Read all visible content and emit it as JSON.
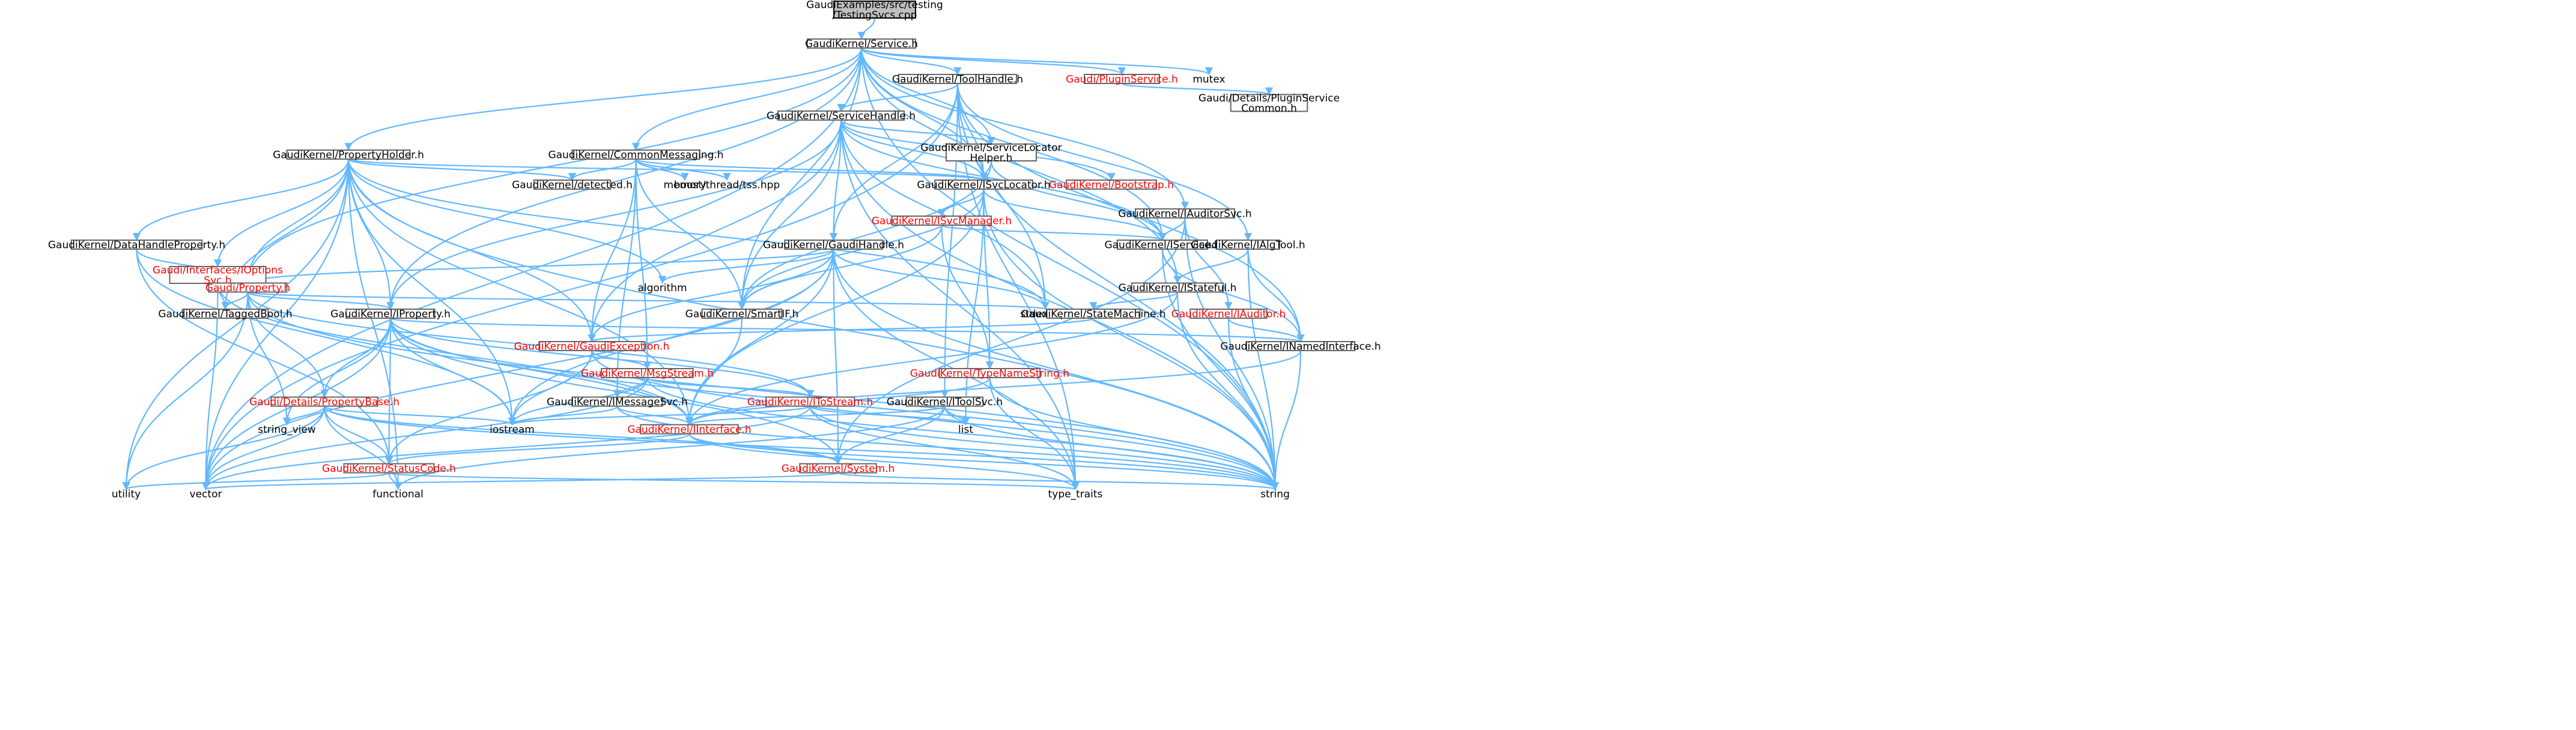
{
  "page_title": "GaudiExamples/src/testing/TestingSvcs.cpp",
  "colors": {
    "edge": "#63b8ff",
    "missing_doc_text": "#ff0000",
    "focus_fill": "#bfbfbf",
    "node_border": "#666666"
  },
  "nodes": {
    "n0": {
      "label": [
        "GaudiExamples/src/testing",
        "/TestingSvcs.cpp"
      ],
      "focus": true
    },
    "n1": {
      "label": [
        "GaudiKernel/Service.h"
      ]
    },
    "n2": {
      "label": [
        "GaudiKernel/ToolHandle.h"
      ]
    },
    "n3": {
      "label": [
        "Gaudi/PluginService.h"
      ],
      "red": true
    },
    "n4": {
      "label": [
        "mutex"
      ],
      "plain": true
    },
    "n5": {
      "label": [
        "Gaudi/Details/PluginService",
        "Common.h"
      ]
    },
    "n6": {
      "label": [
        "GaudiKernel/ServiceHandle.h"
      ]
    },
    "n7": {
      "label": [
        "GaudiKernel/PropertyHolder.h"
      ]
    },
    "n8": {
      "label": [
        "GaudiKernel/CommonMessaging.h"
      ]
    },
    "n9": {
      "label": [
        "GaudiKernel/ServiceLocator",
        "Helper.h"
      ]
    },
    "n10": {
      "label": [
        "GaudiKernel/detected.h"
      ]
    },
    "n11": {
      "label": [
        "memory"
      ],
      "plain": true
    },
    "n12": {
      "label": [
        "boost/thread/tss.hpp"
      ],
      "plain": true
    },
    "n13": {
      "label": [
        "GaudiKernel/ISvcLocator.h"
      ]
    },
    "n14": {
      "label": [
        "GaudiKernel/Bootstrap.h"
      ],
      "red": true
    },
    "n15": {
      "label": [
        "GaudiKernel/IAuditorSvc.h"
      ]
    },
    "n16": {
      "label": [
        "GaudiKernel/ISvcManager.h"
      ],
      "red": true
    },
    "n17": {
      "label": [
        "GaudiKernel/IService.h"
      ]
    },
    "n18": {
      "label": [
        "GaudiKernel/IAlgTool.h"
      ]
    },
    "n19": {
      "label": [
        "GaudiKernel/DataHandleProperty.h"
      ]
    },
    "n20": {
      "label": [
        "GaudiKernel/GaudiHandle.h"
      ]
    },
    "n21": {
      "label": [
        "Gaudi/Interfaces/IOptions",
        "Svc.h"
      ],
      "red": true
    },
    "n22": {
      "label": [
        "Gaudi/Property.h"
      ],
      "red": true
    },
    "n23": {
      "label": [
        "algorithm"
      ],
      "plain": true
    },
    "n24": {
      "label": [
        "GaudiKernel/IStateful.h"
      ]
    },
    "n25": {
      "label": [
        "GaudiKernel/TaggedBool.h"
      ]
    },
    "n26": {
      "label": [
        "GaudiKernel/IProperty.h"
      ]
    },
    "n27": {
      "label": [
        "GaudiKernel/SmartIF.h"
      ]
    },
    "n28": {
      "label": [
        "stdexcept"
      ],
      "plain": true
    },
    "n29": {
      "label": [
        "GaudiKernel/StateMachine.h"
      ]
    },
    "n30": {
      "label": [
        "GaudiKernel/IAuditor.h"
      ],
      "red": true
    },
    "n31": {
      "label": [
        "GaudiKernel/GaudiException.h"
      ],
      "red": true
    },
    "n32": {
      "label": [
        "GaudiKernel/INamedInterface.h"
      ]
    },
    "n33": {
      "label": [
        "GaudiKernel/TypeNameString.h"
      ],
      "red": true
    },
    "n34": {
      "label": [
        "GaudiKernel/MsgStream.h"
      ],
      "red": true
    },
    "n35": {
      "label": [
        "Gaudi/Details/PropertyBase.h"
      ],
      "red": true
    },
    "n36": {
      "label": [
        "GaudiKernel/IMessageSvc.h"
      ]
    },
    "n37": {
      "label": [
        "GaudiKernel/IToStream.h"
      ],
      "red": true
    },
    "n38": {
      "label": [
        "GaudiKernel/IToolSvc.h"
      ]
    },
    "n39": {
      "label": [
        "string_view"
      ],
      "plain": true
    },
    "n40": {
      "label": [
        "iostream"
      ],
      "plain": true
    },
    "n41": {
      "label": [
        "list"
      ],
      "plain": true
    },
    "n42": {
      "label": [
        "GaudiKernel/IInterface.h"
      ],
      "red": true
    },
    "n43": {
      "label": [
        "GaudiKernel/StatusCode.h"
      ],
      "red": true
    },
    "n44": {
      "label": [
        "GaudiKernel/System.h"
      ],
      "red": true
    },
    "n45": {
      "label": [
        "utility"
      ],
      "plain": true
    },
    "n46": {
      "label": [
        "vector"
      ],
      "plain": true
    },
    "n47": {
      "label": [
        "functional"
      ],
      "plain": true
    },
    "n48": {
      "label": [
        "type_traits"
      ],
      "plain": true
    },
    "n49": {
      "label": [
        "string"
      ],
      "plain": true
    }
  }
}
